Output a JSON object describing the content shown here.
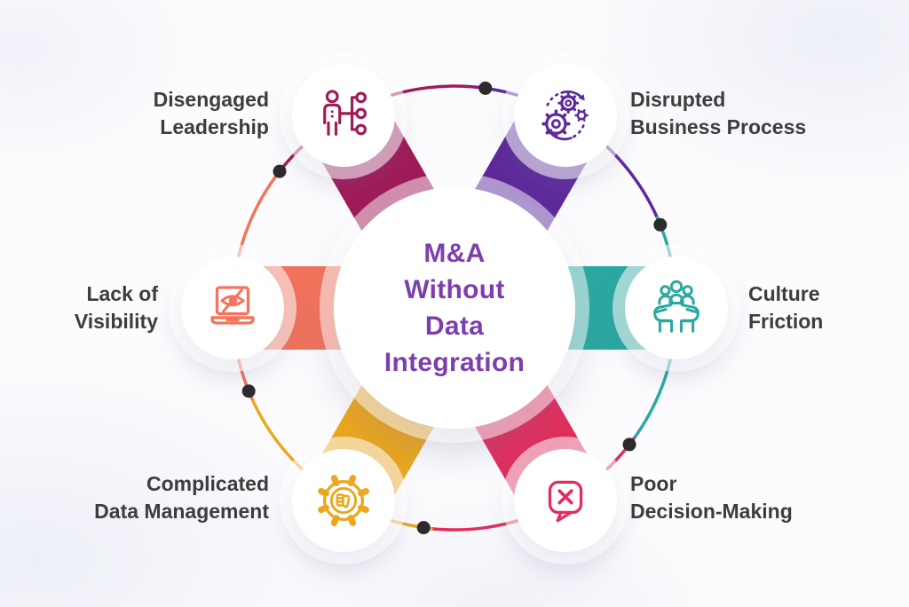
{
  "center": {
    "title": "M&A\nWithout\nData\nIntegration",
    "color": "#7C3EAD"
  },
  "nodes": [
    {
      "id": "disengaged-leadership",
      "label": "Disengaged\nLeadership",
      "color": "#A01B58",
      "icon": "person-hierarchy-icon"
    },
    {
      "id": "disrupted-business-process",
      "label": "Disrupted\nBusiness Process",
      "color": "#5E2A9B",
      "icon": "gears-sync-icon"
    },
    {
      "id": "culture-friction",
      "label": "Culture\nFriction",
      "color": "#2BA9A1",
      "icon": "hands-holding-people-icon"
    },
    {
      "id": "poor-decision-making",
      "label": "Poor\nDecision-Making",
      "color": "#E22E5C",
      "icon": "speech-bubble-x-icon"
    },
    {
      "id": "complicated-data-management",
      "label": "Complicated\nData Management",
      "color": "#EBA71F",
      "icon": "gear-thumbs-down-icon"
    },
    {
      "id": "lack-of-visibility",
      "label": "Lack of\nVisibility",
      "color": "#F3735B",
      "icon": "laptop-hidden-eye-icon"
    }
  ],
  "label_color": "#3D3D3D",
  "connector_dot_color": "#2B2B2B"
}
